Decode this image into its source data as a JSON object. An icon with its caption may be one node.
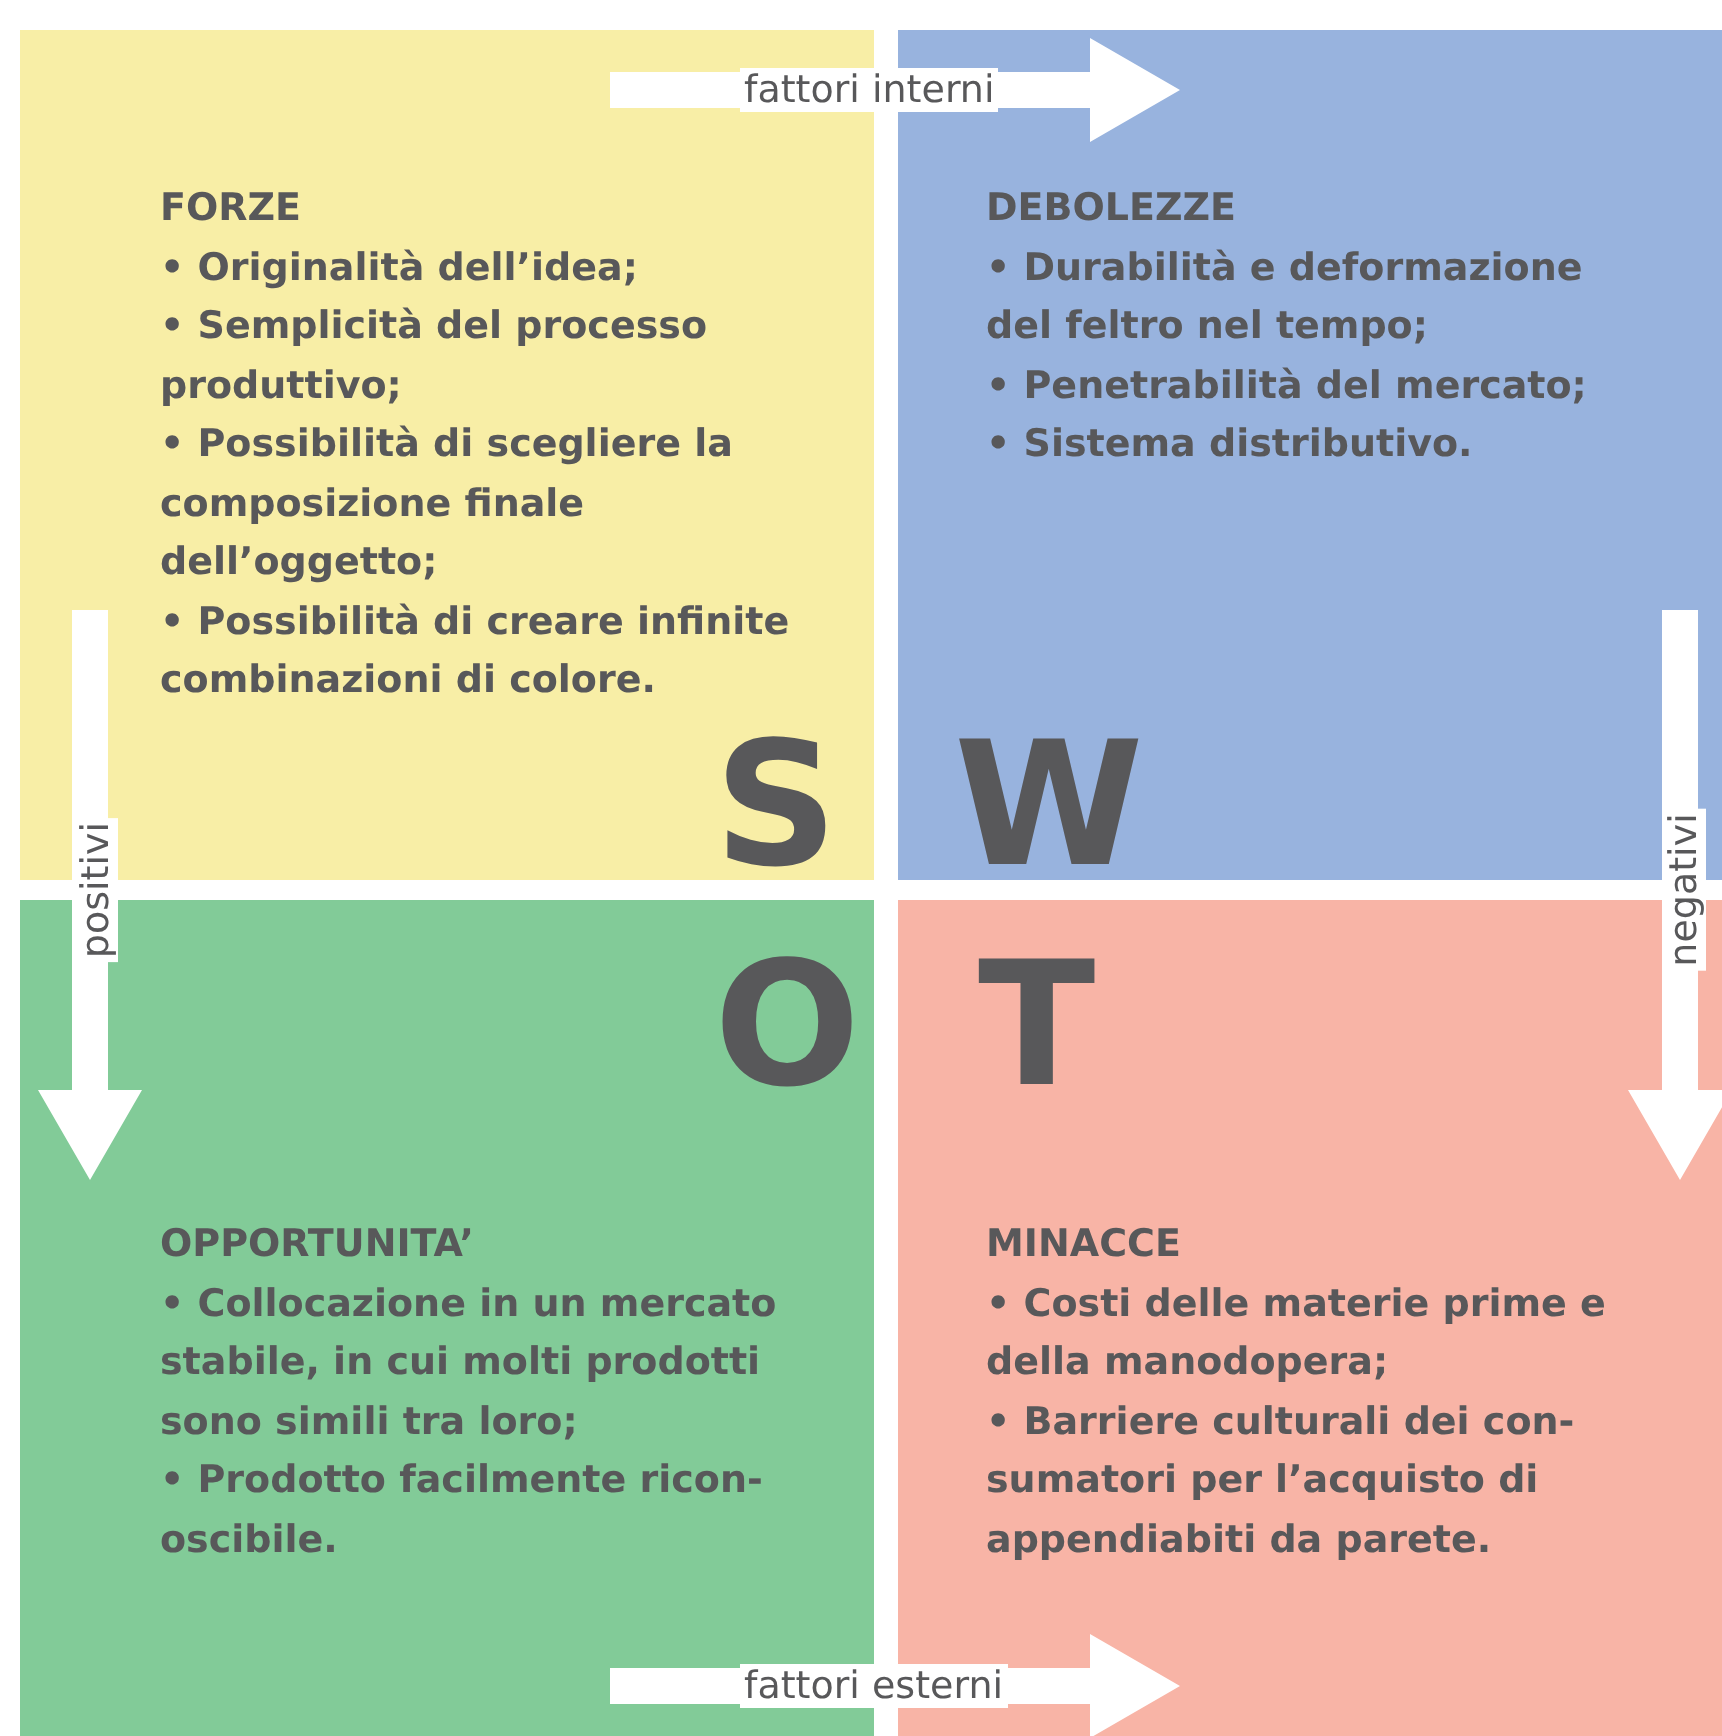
{
  "diagram": {
    "nodes": [
      {
        "text": [
          "FORZE",
          "• Originalità dell’idea;",
          "• Semplicità del processo produttivo;",
          "• Possibilità di scegliere la composizione finale dell’oggetto;",
          "• Possibilità di creare infinite combinazioni di colore.",
          "S"
        ]
      },
      {
        "text": [
          "DEBOLEZZE",
          "• Durabilità e deformazione del feltro nel tempo;",
          "• Penetrabilità del mercato;",
          "• Sistema distributivo.",
          "W"
        ]
      },
      {
        "text": [
          "O",
          "OPPORTUNITA’",
          "• Collocazione in un mercato stabile, in cui molti prodotti sono simili tra loro;",
          "• Prodotto facilmente ricon- oscibile."
        ]
      },
      {
        "text": [
          "T",
          "MINACCE",
          "• Costi delle materie prime e della manodopera;",
          "• Barriere culturali dei con- sumatori per l’acquisto di appendiabiti da parete."
        ]
      }
    ],
    "edges": [
      {
        "from": 0,
        "to": 1,
        "arrow": "to",
        "label": "fattori interni"
      },
      {
        "from": 0,
        "to": 2,
        "arrow": "to",
        "label": "positivi"
      },
      {
        "from": 1,
        "to": 3,
        "arrow": "to",
        "label": "negativi"
      },
      {
        "from": 2,
        "to": 3,
        "arrow": "to",
        "label": "fattori esterni"
      }
    ]
  }
}
